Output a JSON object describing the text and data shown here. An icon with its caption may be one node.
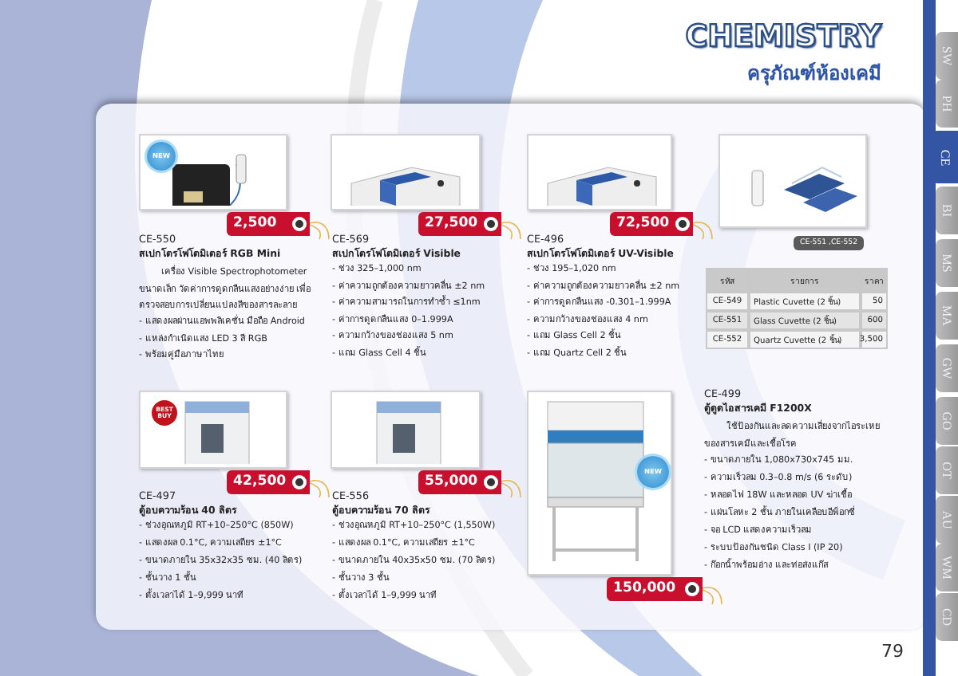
{
  "diagram": {
    "title": "CHEMISTRY",
    "nodes": [
      {
        "text": [],
        "shape": "picture",
        "beside": [
          "2,500"
        ]
      },
      {
        "text": [
          "NEW"
        ],
        "in": 0
      },
      {
        "text": [],
        "shape": "picture",
        "beside": [
          "27,500"
        ]
      },
      {
        "text": [],
        "shape": "picture",
        "beside": [
          "72,500"
        ]
      },
      {
        "text": [],
        "shape": "picture",
        "beside": [
          "CE-551 ,CE-552"
        ]
      },
      {
        "text": [],
        "shape": "picture",
        "beside": [
          "42,500"
        ]
      },
      {
        "text": [
          "BEST BUY"
        ],
        "in": 5
      },
      {
        "text": [],
        "shape": "picture",
        "beside": [
          "55,000"
        ]
      },
      {
        "text": [],
        "shape": "picture",
        "beside": [
          "150,000"
        ]
      },
      {
        "text": [
          "NEW"
        ],
        "in": 8
      }
    ],
    "labels": [
      "ครุภัณฑ์ห้องเคมี",
      "CE-550",
      "สเปกโตรโฟโตมิเตอร์ RGB Mini",
      "เครื่อง Visible Spectrophotometer ขนาดเล็ก วัดค่าการดูดกลืนแสงอย่างง่าย เพื่อตรวจสอบการเปลี่ยนแปลงสีของสารละลาย",
      "- แสดงผลผ่านแอพพลิเคชั่น มือถือ Android",
      "- แหล่งกำเนิดแสง LED 3 สี RGB",
      "- พร้อมคู่มือภาษาไทย",
      "CE-569",
      "สเปกโตรโฟโตมิเตอร์ Visible",
      "- ช่วง 325–1,000 nm",
      "- ค่าความถูกต้องความยาวคลื่น ±2 nm",
      "- ค่าความสามารถในการทำซ้ำ ≤1nm",
      "- ค่าการดูดกลืนแสง 0–1.999A",
      "- ความกว้างของช่องแสง 5 nm",
      "- แถม Glass Cell 4 ชิ้น",
      "CE-496",
      "สเปกโตรโฟโตมิเตอร์ UV-Visible",
      "- ช่วง 195–1,020 nm",
      "- ค่าความถูกต้องความยาวคลื่น ±2 nm",
      "- ค่าการดูดกลืนแสง -0.301–1.999A",
      "- ความกว้างของช่องแสง 4 nm",
      "- แถม Glass Cell 2 ชิ้น",
      "- แถม Quartz Cell 2 ชิ้น",
      "รหัส",
      "รายการ",
      "ราคา",
      "CE-549",
      "Plastic Cuvette (2 ชิ้น)",
      "50",
      "CE-551",
      "Glass Cuvette (2 ชิ้น)",
      "600",
      "CE-552",
      "Quartz Cuvette (2 ชิ้น)",
      "3,500",
      "CE-497",
      "ตู้อบความร้อน 40 ลิตร",
      "- ช่วงอุณหภูมิ RT+10–250°C (850W)",
      "- แสดงผล 0.1°C, ความเสถียร ±1°C",
      "- ขนาดภายใน 35x32x35 ซม. (40 ลิตร)",
      "- ชั้นวาง 1 ชั้น",
      "- ตั้งเวลาได้ 1–9,999 นาที",
      "CE-556",
      "ตู้อบความร้อน 70 ลิตร",
      "- ช่วงอุณหภูมิ RT+10–250°C (1,550W)",
      "- แสดงผล 0.1°C, ความเสถียร ±1°C",
      "- ขนาดภายใน 40x35x50 ซม. (70 ลิตร)",
      "- ชั้นวาง 3 ชั้น",
      "- ตั้งเวลาได้ 1–9,999 นาที",
      "CE-499",
      "ตู้ดูดไอสารเคมี F1200X",
      "ใช้ป้องกันและลดความเสี่ยงจากไอระเหยของสารเคมีและเชื้อโรค",
      "- ขนาดภายใน 1,080x730x745 มม.",
      "- ความเร็วลม 0.3–0.8 m/s (6 ระดับ)",
      "- หลอดไฟ 18W และหลอด UV ฆ่าเชื้อ",
      "- แผ่นโลหะ 2 ชั้น ภายในเคลือบอีพ็อกซี่",
      "- จอ LCD แสดงความเร็วลม",
      "- ระบบป้องกันชนิด Class I (IP 20)",
      "- ก๊อกน้ำพร้อมอ่าง และท่อส่งแก๊ส",
      "SW",
      "PH",
      "CE",
      "BI",
      "MS",
      "MA",
      "GW",
      "GO",
      "OT",
      "AU",
      "WM",
      "CD",
      "79"
    ]
  }
}
